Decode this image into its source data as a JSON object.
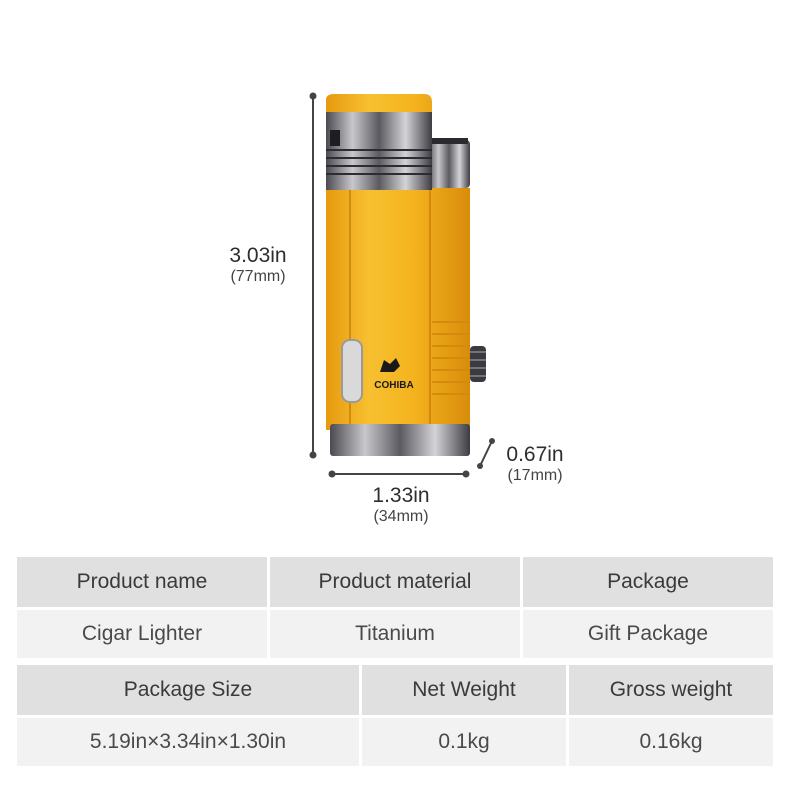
{
  "dimensions": {
    "height_main": "3.03in",
    "height_sub": "(77mm)",
    "width_main": "1.33in",
    "width_sub": "(34mm)",
    "depth_main": "0.67in",
    "depth_sub": "(17mm)"
  },
  "product": {
    "brand": "COHIBA",
    "body_color": "#f4b41e",
    "metal_color": "#7a7a80"
  },
  "spec_table_1": {
    "headers": [
      "Product name",
      "Product material",
      "Package"
    ],
    "values": [
      "Cigar Lighter",
      "Titanium",
      "Gift Package"
    ]
  },
  "spec_table_2": {
    "headers": [
      "Package Size",
      "Net Weight",
      "Gross weight"
    ],
    "values": [
      "5.19in×3.34in×1.30in",
      "0.1kg",
      "0.16kg"
    ]
  }
}
